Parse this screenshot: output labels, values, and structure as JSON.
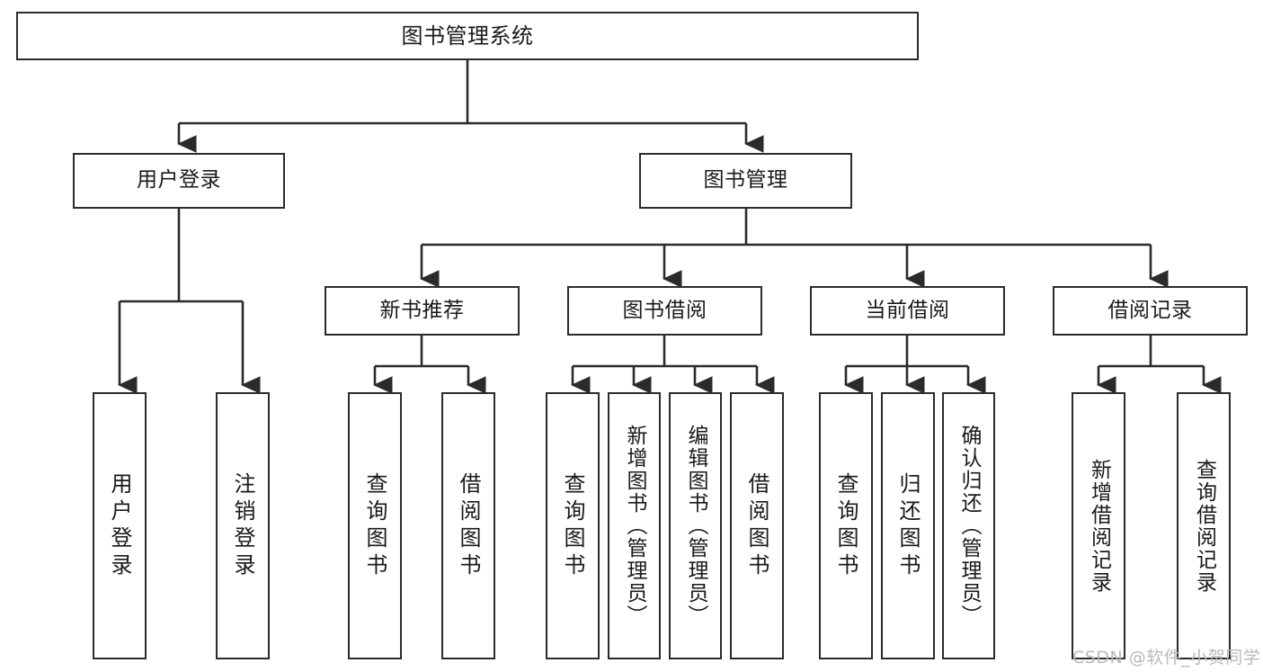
{
  "diagram": {
    "title": "图书管理系统",
    "type": "tree-hierarchy",
    "watermark": "CSDN @软件_小贺同学",
    "colors": {
      "stroke": "#2b2b2b",
      "fill": "#ffffff",
      "text": "#1a1a1a",
      "watermark": "#b9b9b9"
    },
    "root": {
      "id": "root",
      "label": "图书管理系统"
    },
    "level2": [
      {
        "id": "user-login",
        "label": "用户登录"
      },
      {
        "id": "book-manage",
        "label": "图书管理"
      }
    ],
    "level3": [
      {
        "id": "new-book-rec",
        "label": "新书推荐",
        "parent": "book-manage"
      },
      {
        "id": "book-borrow",
        "label": "图书借阅",
        "parent": "book-manage"
      },
      {
        "id": "current-borrow",
        "label": "当前借阅",
        "parent": "book-manage"
      },
      {
        "id": "borrow-record",
        "label": "借阅记录",
        "parent": "book-manage"
      }
    ],
    "leaves": {
      "user-login": [
        {
          "id": "leaf-user-login",
          "label": "用户登录"
        },
        {
          "id": "leaf-user-logout",
          "label": "注销登录"
        }
      ],
      "new-book-rec": [
        {
          "id": "leaf-query-book-1",
          "label": "查询图书"
        },
        {
          "id": "leaf-borrow-book-1",
          "label": "借阅图书"
        }
      ],
      "book-borrow": [
        {
          "id": "leaf-query-book-2",
          "label": "查询图书"
        },
        {
          "id": "leaf-add-book",
          "label": "新增图书（管理员）"
        },
        {
          "id": "leaf-edit-book",
          "label": "编辑图书（管理员）"
        },
        {
          "id": "leaf-borrow-book-2",
          "label": "借阅图书"
        }
      ],
      "current-borrow": [
        {
          "id": "leaf-query-book-3",
          "label": "查询图书"
        },
        {
          "id": "leaf-return-book",
          "label": "归还图书"
        },
        {
          "id": "leaf-confirm-return",
          "label": "确认归还（管理员）"
        }
      ],
      "borrow-record": [
        {
          "id": "leaf-add-record",
          "label": "新增借阅记录"
        },
        {
          "id": "leaf-query-record",
          "label": "查询借阅记录"
        }
      ]
    }
  }
}
